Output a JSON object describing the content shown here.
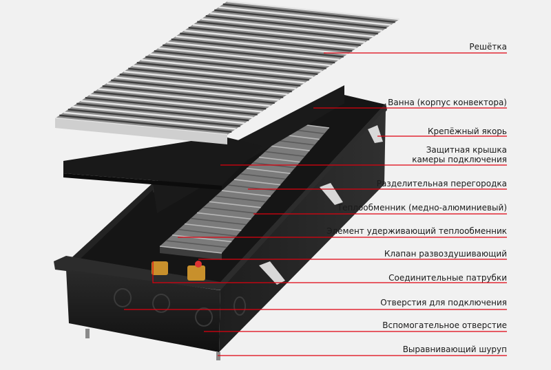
{
  "colors": {
    "leader": "#e0000f",
    "housing": "#1b1b1b",
    "grille": "#9a9a9a",
    "brass": "#c8902c"
  },
  "labels": [
    {
      "id": "grille",
      "text": "Решётка"
    },
    {
      "id": "housing",
      "text": "Ванна (корпус конвектора)"
    },
    {
      "id": "anchor",
      "text": "Крепёжный якорь"
    },
    {
      "id": "cover",
      "text": "Защитная крышка\nкамеры подключения"
    },
    {
      "id": "partition",
      "text": "Разделительная перегородка"
    },
    {
      "id": "exchanger",
      "text": "Теплообменник (медно-алюминиевый)"
    },
    {
      "id": "holder",
      "text": "Элемент удерживающий теплообменник"
    },
    {
      "id": "valve",
      "text": "Клапан развоздушивающий"
    },
    {
      "id": "pipes",
      "text": "Соединительные патрубки"
    },
    {
      "id": "holes",
      "text": "Отверстия для подключения"
    },
    {
      "id": "aux-hole",
      "text": "Вспомогательное отверстие"
    },
    {
      "id": "screw",
      "text": "Выравнивающий шуруп"
    }
  ]
}
